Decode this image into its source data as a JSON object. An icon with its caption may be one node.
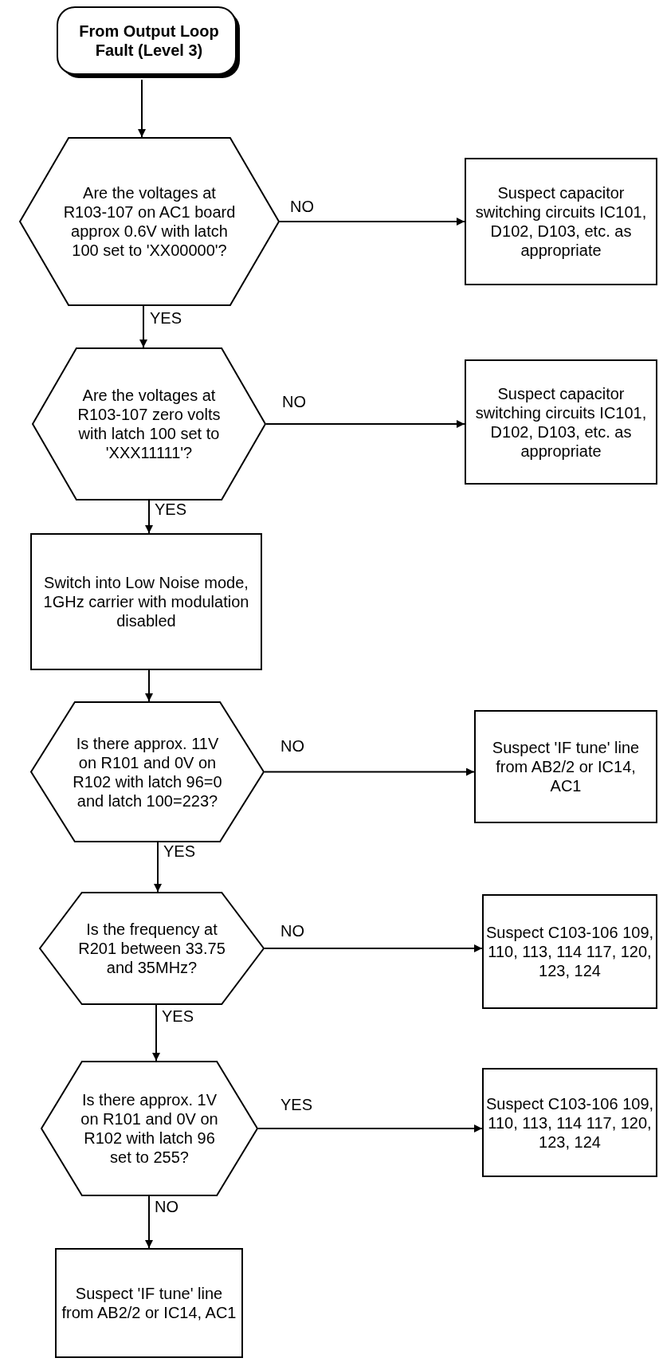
{
  "diagram": {
    "nodes": [
      {
        "text": [
          "From Output Loop Fault (Level 3)"
        ]
      },
      {
        "text": [
          "Are the voltages at R103-107 on AC1 board approx 0.6V with latch 100 set to 'XX00000'?"
        ]
      },
      {
        "text": [
          "Suspect capacitor switching circuits IC101, D102, D103, etc. as appropriate"
        ]
      },
      {
        "text": [
          "Are the voltages at R103-107 zero volts with latch 100 set to 'XXX11111'?"
        ]
      },
      {
        "text": [
          "Suspect capacitor switching circuits IC101, D102, D103, etc. as appropriate"
        ]
      },
      {
        "text": [
          "Switch into Low Noise mode, 1GHz carrier with modulation disabled"
        ]
      },
      {
        "text": [
          "Is there approx. 11V on R101 and 0V on R102 with latch 96=0 and latch 100=223?"
        ]
      },
      {
        "text": [
          "Suspect 'IF tune' line from AB2/2 or IC14, AC1"
        ]
      },
      {
        "text": [
          "Is the frequency at R201 between 33.75 and 35MHz?"
        ]
      },
      {
        "text": [
          "Suspect C103-106 109, 110, 113, 114 117, 120, 123, 124"
        ]
      },
      {
        "text": [
          "Is there approx. 1V on R101 and 0V on R102 with latch 96 set to 255?"
        ]
      },
      {
        "text": [
          "Suspect C103-106 109, 110, 113, 114 117, 120, 123, 124"
        ]
      },
      {
        "text": [
          "Suspect 'IF tune' line from AB2/2 or IC14, AC1"
        ]
      }
    ],
    "edges": [
      {
        "from": 0,
        "to": 1,
        "arrow": "to"
      },
      {
        "from": 1,
        "to": 2,
        "arrow": "to",
        "label": "NO"
      },
      {
        "from": 1,
        "to": 3,
        "arrow": "to",
        "label": "YES"
      },
      {
        "from": 3,
        "to": 4,
        "arrow": "to",
        "label": "NO"
      },
      {
        "from": 3,
        "to": 5,
        "arrow": "to",
        "label": "YES"
      },
      {
        "from": 5,
        "to": 6,
        "arrow": "to"
      },
      {
        "from": 6,
        "to": 7,
        "arrow": "to",
        "label": "NO"
      },
      {
        "from": 6,
        "to": 8,
        "arrow": "to",
        "label": "YES"
      },
      {
        "from": 8,
        "to": 9,
        "arrow": "to",
        "label": "NO"
      },
      {
        "from": 8,
        "to": 10,
        "arrow": "to",
        "label": "YES"
      },
      {
        "from": 10,
        "to": 11,
        "arrow": "to",
        "label": "YES"
      },
      {
        "from": 10,
        "to": 12,
        "arrow": "to",
        "label": "NO"
      }
    ]
  }
}
